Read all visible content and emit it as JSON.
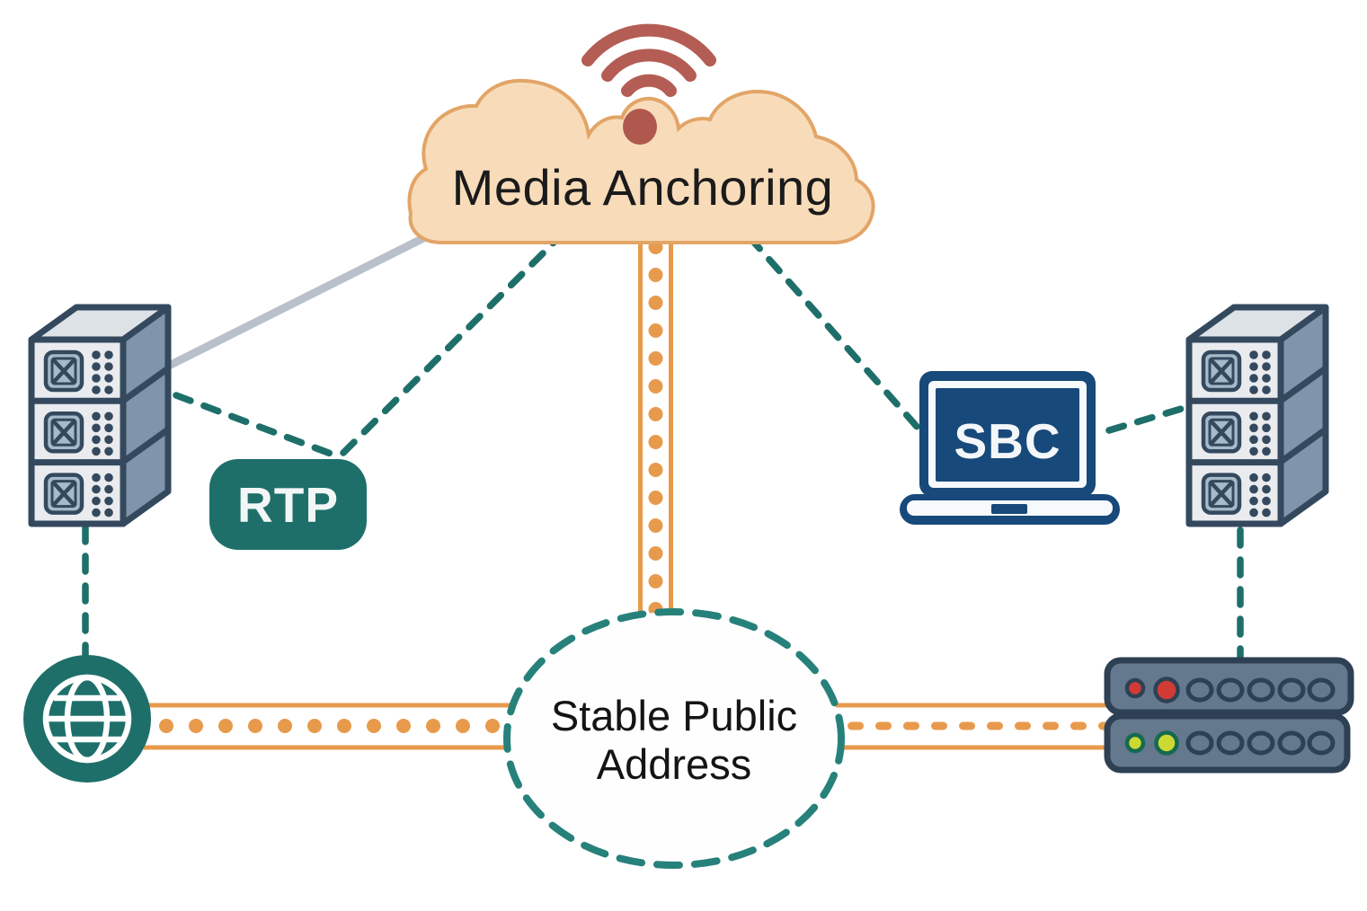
{
  "diagram": {
    "cloud": {
      "label": "Media Anchoring"
    },
    "rtp": {
      "label": "RTP"
    },
    "sbc": {
      "label": "SBC"
    },
    "stable_address": {
      "label": "Stable Public Address"
    },
    "edges": [
      {
        "from": "media-anchoring-cloud",
        "to": "left-server-stack",
        "style": "solid-gray"
      },
      {
        "from": "left-server-stack",
        "to": "rtp-badge",
        "style": "dashed-teal"
      },
      {
        "from": "rtp-badge",
        "to": "media-anchoring-cloud",
        "style": "dashed-teal"
      },
      {
        "from": "media-anchoring-cloud",
        "to": "sbc-laptop",
        "style": "dashed-teal"
      },
      {
        "from": "sbc-laptop",
        "to": "right-server-stack",
        "style": "dashed-teal"
      },
      {
        "from": "left-server-stack",
        "to": "internet-globe",
        "style": "dashed-teal"
      },
      {
        "from": "right-server-stack",
        "to": "rack-server",
        "style": "dashed-teal"
      },
      {
        "from": "media-anchoring-cloud",
        "to": "stable-public-address",
        "style": "orange-pipe-dotted"
      },
      {
        "from": "internet-globe",
        "to": "stable-public-address",
        "style": "orange-pipe-dotted"
      },
      {
        "from": "stable-public-address",
        "to": "rack-server",
        "style": "orange-pipe-dashed"
      }
    ]
  },
  "colors": {
    "bg": "#ffffff",
    "cloud-fill": "#f8dcba",
    "cloud-stroke": "#e2a567",
    "wifi": "#b45d54",
    "wifi-dot": "#b0584e",
    "teal": "#1e6f6a",
    "teal2": "#27817b",
    "orange": "#e89a4c",
    "navy": "#17497b",
    "ink": "#34495e",
    "ink-dark": "#2e4053",
    "server-front": "#e9ebee",
    "server-side": "#8094ab",
    "server-top": "#dde2e6",
    "panel": "#a6bac9",
    "rack-fill": "#64788e",
    "red-led": "#d23b35",
    "green-led": "#ccd932",
    "green-ring": "#156a50",
    "gray-line": "#b9c0cb",
    "text": "#1b1b1b"
  }
}
